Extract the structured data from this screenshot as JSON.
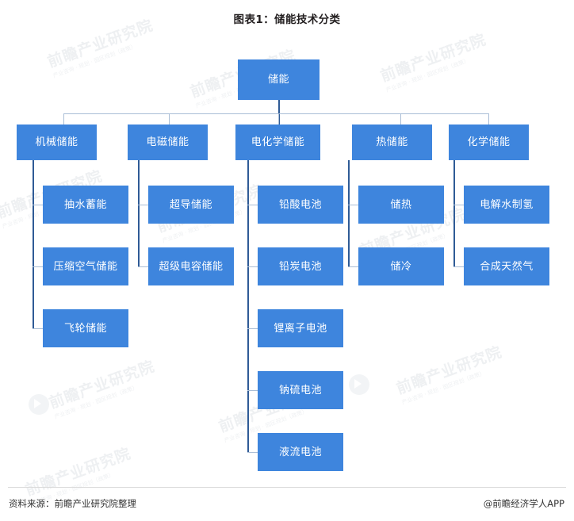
{
  "title": "图表1：储能技术分类",
  "footer": {
    "source": "资料来源：前瞻产业研究院整理",
    "brand": "@前瞻经济学人APP"
  },
  "colors": {
    "node_fill": "#3e85dd",
    "node_text": "#ffffff",
    "connector": "#6f8dbb",
    "connector_dark": "#2f5b96",
    "title_text": "#231f20",
    "background": "#ffffff"
  },
  "watermark": {
    "main": "前瞻产业研究院",
    "sub": "产业咨询 · 规划 · 园区规划（政策）"
  },
  "chart_data": {
    "type": "diagram",
    "diagram_type": "organizational-tree",
    "title": "图表1：储能技术分类",
    "root": {
      "label": "储能"
    },
    "branches": [
      {
        "label": "机械储能",
        "children": [
          {
            "label": "抽水蓄能"
          },
          {
            "label": "压缩空气储能"
          },
          {
            "label": "飞轮储能"
          }
        ]
      },
      {
        "label": "电磁储能",
        "children": [
          {
            "label": "超导储能"
          },
          {
            "label": "超级电容储能"
          }
        ]
      },
      {
        "label": "电化学储能",
        "children": [
          {
            "label": "铅酸电池"
          },
          {
            "label": "铅炭电池"
          },
          {
            "label": "锂离子电池"
          },
          {
            "label": "钠硫电池"
          },
          {
            "label": "液流电池"
          }
        ]
      },
      {
        "label": "热储能",
        "children": [
          {
            "label": "储热"
          },
          {
            "label": "储冷"
          }
        ]
      },
      {
        "label": "化学储能",
        "children": [
          {
            "label": "电解水制氢"
          },
          {
            "label": "合成天然气"
          }
        ]
      }
    ]
  },
  "nodes": {
    "root": "储能",
    "l2": {
      "mechanical": "机械储能",
      "electromagnetic": "电磁储能",
      "electrochemical": "电化学储能",
      "thermal": "热储能",
      "chemical": "化学储能"
    },
    "l3": {
      "pumped_hydro": "抽水蓄能",
      "compressed_air": "压缩空气储能",
      "flywheel": "飞轮储能",
      "superconducting": "超导储能",
      "supercapacitor": "超级电容储能",
      "lead_acid": "铅酸电池",
      "lead_carbon": "铅炭电池",
      "lithium_ion": "锂离子电池",
      "sodium_sulfur": "钠硫电池",
      "flow_battery": "液流电池",
      "heat_storage": "储热",
      "cold_storage": "储冷",
      "water_electrolysis": "电解水制氢",
      "synthetic_gas": "合成天然气"
    }
  }
}
